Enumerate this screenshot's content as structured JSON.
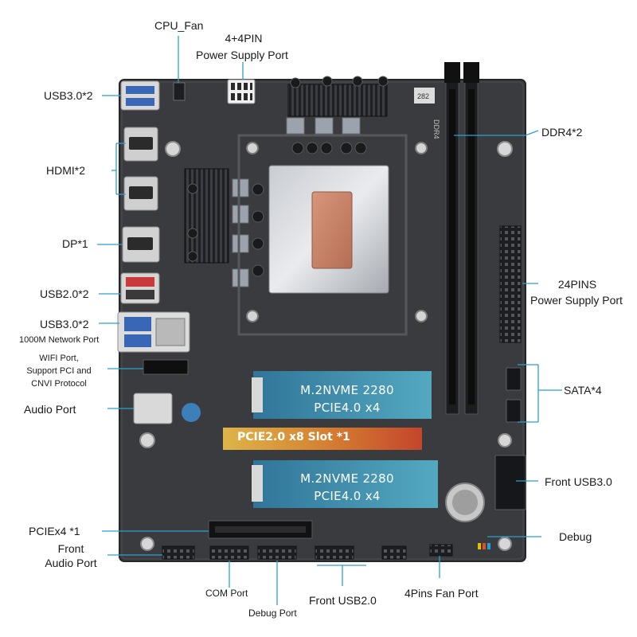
{
  "labels": {
    "cpu_fan": "CPU_Fan",
    "cpu_power_top": "4+4PIN",
    "cpu_power_bottom": "Power Supply Port",
    "usb30": "USB3.0*2",
    "hdmi": "HDMI*2",
    "dp": "DP*1",
    "usb20_io": "USB2.0*2",
    "usb30_lan": "USB3.0*2",
    "lan": "1000M Network Port",
    "wifi_1": "WIFI Port,",
    "wifi_2": "Support PCI and",
    "wifi_3": "CNVI Protocol",
    "audio_port": "Audio Port",
    "pciex4": "PCIEx4 *1",
    "front_audio_1": "Front",
    "front_audio_2": "Audio Port",
    "com_port": "COM Port",
    "debug_port": "Debug Port",
    "front_usb20": "Front USB2.0",
    "fan_4pin": "4Pins Fan Port",
    "debug": "Debug",
    "front_usb30": "Front USB3.0",
    "sata": "SATA*4",
    "atx_24_1": "24PINS",
    "atx_24_2": "Power Supply Port",
    "ddr4": "DDR4*2"
  },
  "overlays": {
    "m2_top_1": "M.2NVME 2280",
    "m2_top_2": "PCIE4.0 x4",
    "m2_bottom_1": "M.2NVME 2280",
    "m2_bottom_2": "PCIE4.0 x4",
    "pcie_slot": "PCIE2.0 x8 Slot *1"
  },
  "board_marks": {
    "ddr4_silk": "DDR4",
    "chip_code": "282"
  },
  "colors": {
    "board": "#3a3b3f",
    "board_dark": "#2b2c30",
    "label_line": "#2f9fd0",
    "m2_overlay": "#3fa7c9",
    "pcie_overlay": "#e0772a"
  }
}
